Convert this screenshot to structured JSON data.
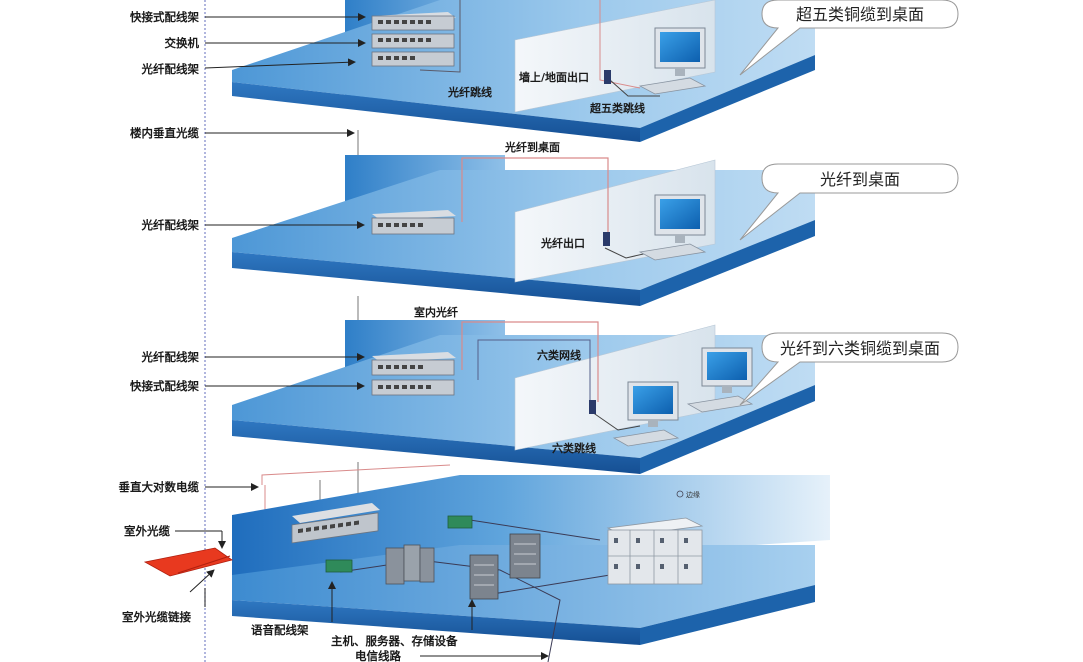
{
  "left_labels": {
    "patch_panel_quick_top": "快接式配线架",
    "switch": "交换机",
    "fiber_panel_top": "光纤配线架",
    "vertical_fiber": "楼内垂直光缆",
    "fiber_panel_mid": "光纤配线架",
    "fiber_panel_low": "光纤配线架",
    "patch_panel_quick_low": "快接式配线架",
    "vertical_copper": "垂直大对数电缆",
    "outdoor_fiber": "室外光缆",
    "outdoor_link": "室外光缆链接"
  },
  "floor1": {
    "fiber_patch": "光纤跳线",
    "wall_outlet": "墙上/地面出口",
    "cat5e_patch": "超五类跳线"
  },
  "floor2": {
    "fiber_to_desk": "光纤到桌面",
    "fiber_outlet": "光纤出口"
  },
  "floor3": {
    "indoor_fiber": "室内光纤",
    "cat6_cable": "六类网线",
    "cat6_patch": "六类跳线"
  },
  "basement": {
    "voice_panel": "语音配线架",
    "servers": "主机、服务器、存储设备",
    "telecom_line": "电信线路",
    "small_tag": "边缘"
  },
  "callouts": {
    "c1": "超五类铜缆到桌面",
    "c2": "光纤到桌面",
    "c3": "光纤到六类铜缆到桌面"
  },
  "colors": {
    "floor_top": "#5ba4dc",
    "floor_edge": "#1b5fa8",
    "wall": "#3e8fd3",
    "cable_red": "#d98b8b"
  }
}
